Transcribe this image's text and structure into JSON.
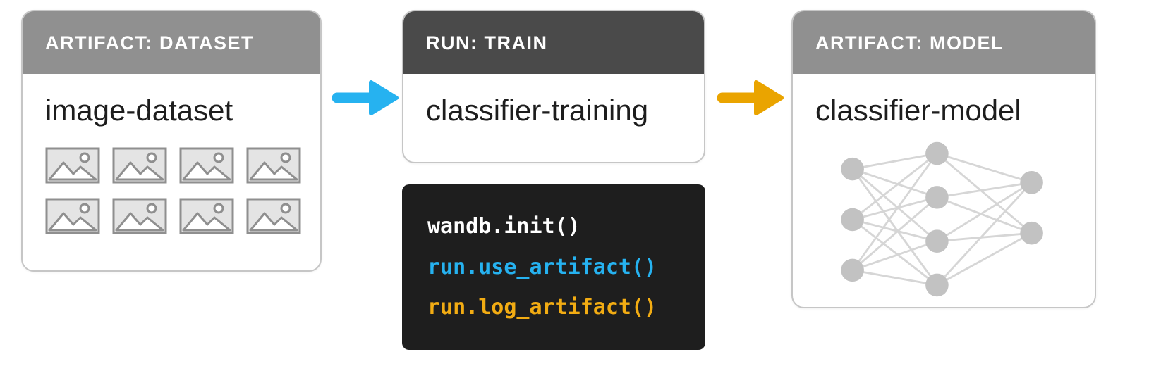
{
  "diagram": {
    "cards": {
      "dataset": {
        "header": "ARTIFACT: DATASET",
        "title": "image-dataset",
        "thumbnail_count": 8,
        "thumbnail_icon": "image-placeholder"
      },
      "run": {
        "header": "RUN: TRAIN",
        "title": "classifier-training"
      },
      "model": {
        "header": "ARTIFACT: MODEL",
        "title": "classifier-model",
        "graphic": "neural-network",
        "network_layers": [
          3,
          4,
          2
        ]
      }
    },
    "code_block": {
      "lines": [
        {
          "text": "wandb.init()",
          "color": "#ffffff"
        },
        {
          "text": "run.use_artifact()",
          "color": "#26b2f0"
        },
        {
          "text": "run.log_artifact()",
          "color": "#f2ac13"
        }
      ]
    },
    "arrows": [
      {
        "name": "dataset-to-run",
        "color": "#26b2f0",
        "direction": "right"
      },
      {
        "name": "run-to-model",
        "color": "#eaa400",
        "direction": "right"
      }
    ],
    "colors": {
      "header_gray": "#909090",
      "header_dark": "#4a4a4a",
      "code_background": "#1e1e1e",
      "card_border": "#c6c6c6",
      "node_gray": "#c2c2c2"
    }
  }
}
